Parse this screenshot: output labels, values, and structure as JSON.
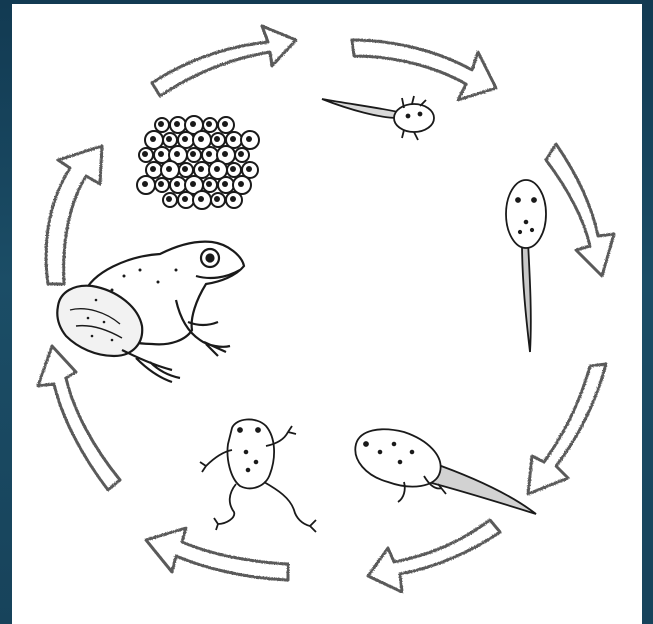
{
  "diagram": {
    "subject": "frog life cycle",
    "colors": {
      "background": "#1b4a63",
      "panel": "#ffffff",
      "ink": "#1a1a1a",
      "arrow_outline": "#555555"
    },
    "stages": [
      {
        "id": "eggs",
        "icon": "frog-eggs-icon"
      },
      {
        "id": "hatchling",
        "icon": "hatchling-tadpole-icon"
      },
      {
        "id": "tadpole",
        "icon": "tadpole-icon"
      },
      {
        "id": "tadpole-with-legs",
        "icon": "tadpole-with-legs-icon"
      },
      {
        "id": "froglet",
        "icon": "froglet-icon"
      },
      {
        "id": "adult-frog",
        "icon": "adult-frog-icon"
      }
    ],
    "arrow_count": 8,
    "direction": "clockwise"
  }
}
